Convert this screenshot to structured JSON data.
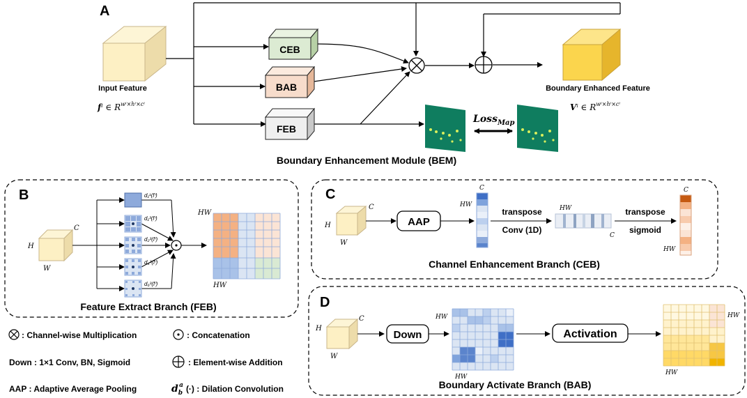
{
  "panels": {
    "a": {
      "letter": "A",
      "input_label": "Input Feature",
      "input_formula_main": "f",
      "input_formula_rest": "ⁱ ∈ R",
      "input_formula_sup": "wⁱ×hⁱ×cⁱ",
      "ceb": "CEB",
      "bab": "BAB",
      "feb": "FEB",
      "loss_main": "Loss",
      "loss_sub": "Map",
      "output_label": "Boundary Enhanced Feature",
      "output_formula_main": "V",
      "output_formula_rest": "ⁱ ∈ R",
      "output_formula_sup": "wⁱ×hⁱ×cⁱ",
      "caption": "Boundary Enhancement Module (BEM)"
    },
    "b": {
      "letter": "B",
      "caption": "Feature Extract Branch (FEB)",
      "h": "H",
      "w": "W",
      "c": "C",
      "hw_top": "HW",
      "hw_bottom": "HW",
      "d1": "d₁¹(fⁱ)",
      "d2": "d₁³(fⁱ)",
      "d3": "d₂³(fⁱ)",
      "d4": "d₄³(fⁱ)",
      "d5": "d₆³(fⁱ)"
    },
    "c": {
      "letter": "C",
      "caption": "Channel Enhancement Branch (CEB)",
      "h": "H",
      "w": "W",
      "c": "C",
      "aap": "AAP",
      "hw_left": "HW",
      "c_top": "C",
      "transpose1": "transpose",
      "conv": "Conv (1D)",
      "hw_mid": "HW",
      "c_mid": "C",
      "transpose2": "transpose",
      "sigmoid": "sigmoid",
      "c_right": "C",
      "hw_right": "HW"
    },
    "d": {
      "letter": "D",
      "caption": "Boundary Activate Branch (BAB)",
      "h": "H",
      "w": "W",
      "c": "C",
      "down": "Down",
      "activation": "Activation",
      "hw_left_top": "HW",
      "hw_left_bottom": "HW",
      "hw_right_top": "HW",
      "hw_right_bottom": "HW"
    }
  },
  "legend": {
    "mult": ": Channel-wise Multiplication",
    "concat": ": Concatenation",
    "down": "Down : 1×1 Conv, BN, Sigmoid",
    "add": ": Element-wise Addition",
    "aap": "AAP : Adaptive Average Pooling",
    "dil_main": "d",
    "dil_sub": "b",
    "dil_sup": "a",
    "dil_rest": "(·) : Dilation Convolution"
  },
  "colors": {
    "ceb_box": "#dcebd3",
    "bab_box": "#f7dccb",
    "feb_box": "#efefef",
    "input_cube": "#fdf0c4",
    "output_cube": "#fbd54d",
    "map_green": "#0f7d5f",
    "blue_dark": "#3f6fc6",
    "blue_light": "#d6e2f3",
    "orange_dark": "#c55a11",
    "orange_light": "#f8cbad",
    "yellow": "#f7c744"
  }
}
